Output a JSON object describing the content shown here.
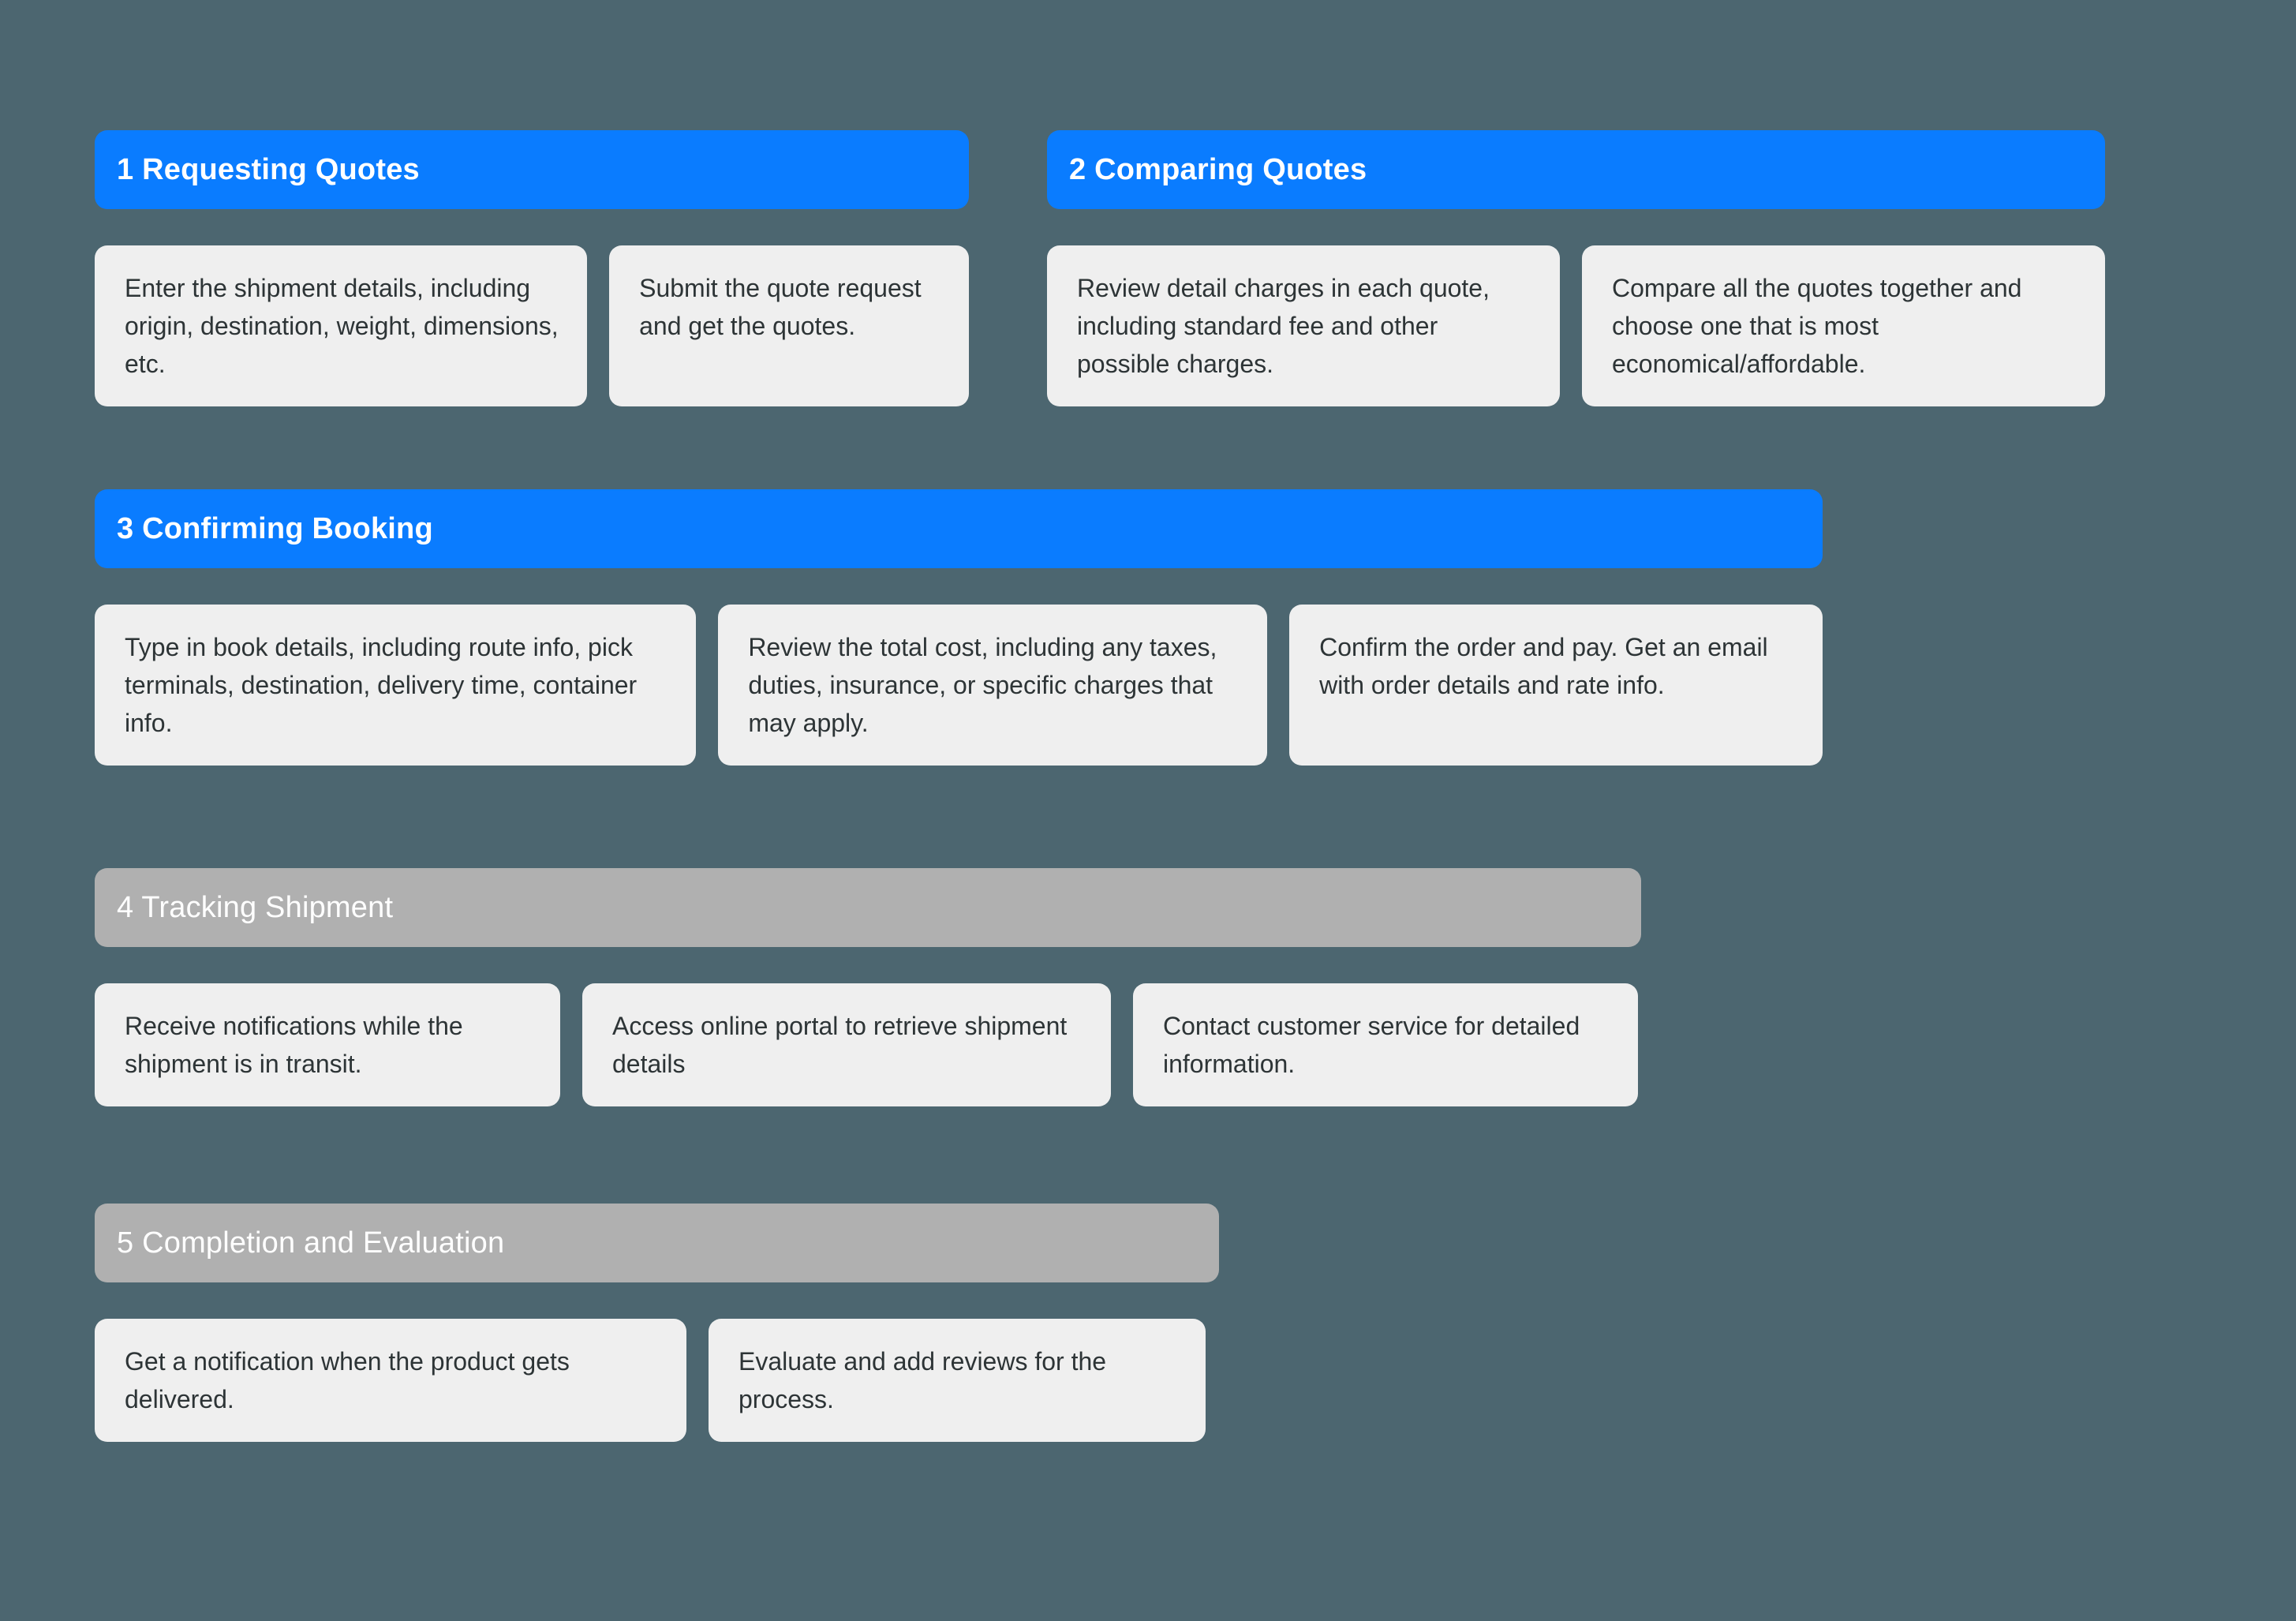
{
  "theme": {
    "background": "#4C6670",
    "header_active_color": "#0A7CFF",
    "header_inactive_color": "#B0B0B0",
    "card_background": "#EFEFEF",
    "card_text_color": "#2D3436",
    "header_text_color": "#FFFFFF"
  },
  "sections": [
    {
      "id": "1",
      "title": "1 Requesting Quotes",
      "state": "active",
      "cards": [
        {
          "text": "Enter the shipment details, including origin, destination, weight, dimensions, etc."
        },
        {
          "text": "Submit the quote request and get the quotes."
        }
      ]
    },
    {
      "id": "2",
      "title": "2 Comparing Quotes",
      "state": "active",
      "cards": [
        {
          "text": "Review detail charges in each quote, including standard fee and other possible charges."
        },
        {
          "text": "Compare all the quotes together and choose one that is most economical/affordable."
        }
      ]
    },
    {
      "id": "3",
      "title": "3 Confirming Booking",
      "state": "active",
      "cards": [
        {
          "text": "Type in book details, including route info, pick terminals, destination, delivery time, container info."
        },
        {
          "text": "Review the total cost, including any taxes, duties, insurance, or specific charges that may apply."
        },
        {
          "text": "Confirm the order and pay. Get an email with order details and rate info."
        }
      ]
    },
    {
      "id": "4",
      "title": "4 Tracking Shipment",
      "state": "inactive",
      "cards": [
        {
          "text": "Receive notifications while the shipment is in transit."
        },
        {
          "text": "Access online portal to retrieve shipment details"
        },
        {
          "text": "Contact customer service for detailed information."
        }
      ]
    },
    {
      "id": "5",
      "title": "5 Completion and Evaluation",
      "state": "inactive",
      "cards": [
        {
          "text": "Get a notification when the product gets delivered."
        },
        {
          "text": "Evaluate and add reviews for the process."
        }
      ]
    }
  ]
}
